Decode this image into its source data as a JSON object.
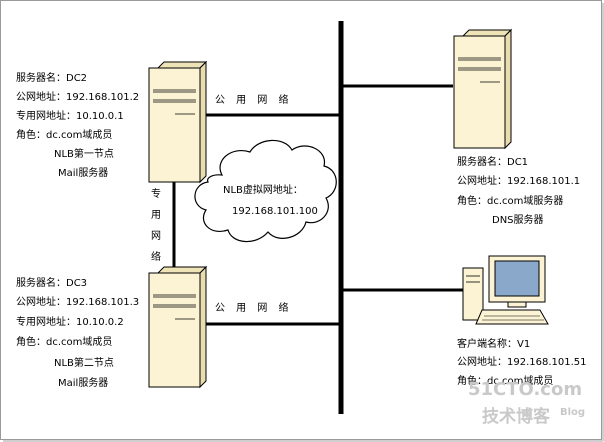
{
  "nodes": {
    "dc2": {
      "name": "服务器名：DC2",
      "public_ip": "公网地址：192.168.101.2",
      "private_ip": "专用网地址：10.10.0.1",
      "role": "角色：dc.com域成员",
      "nlb": "NLB第一节点",
      "service": "Mail服务器"
    },
    "dc3": {
      "name": "服务器名：DC3",
      "public_ip": "公网地址：192.168.101.3",
      "private_ip": "专用网地址：10.10.0.2",
      "role": "角色：dc.com域成员",
      "nlb": "NLB第二节点",
      "service": "Mail服务器"
    },
    "dc1": {
      "name": "服务器名：DC1",
      "public_ip": "公网地址：192.168.101.1",
      "role": "角色：dc.com域服务器",
      "service": "DNS服务器"
    },
    "v1": {
      "name": "客户端名称：V1",
      "public_ip": "公网地址：192.168.101.51",
      "role": "角色：dc.com域成员"
    }
  },
  "links": {
    "public_top": "公 用 网 络",
    "public_bottom": "公 用 网 络",
    "private": [
      "专",
      "用",
      "网",
      "络"
    ]
  },
  "cloud": {
    "title": "NLB虚拟网地址：",
    "address": "192.168.101.100"
  },
  "watermark": {
    "number": "51CTO.com",
    "text": "技术博客",
    "blog": "Blog"
  },
  "colors": {
    "server_face": "#fbf3d4",
    "server_side": "#e9dcae",
    "server_outline": "#000000",
    "pc_screen": "#8aa8c9",
    "frame": "#9a9a9a",
    "watermark": "#c9c9c9"
  }
}
